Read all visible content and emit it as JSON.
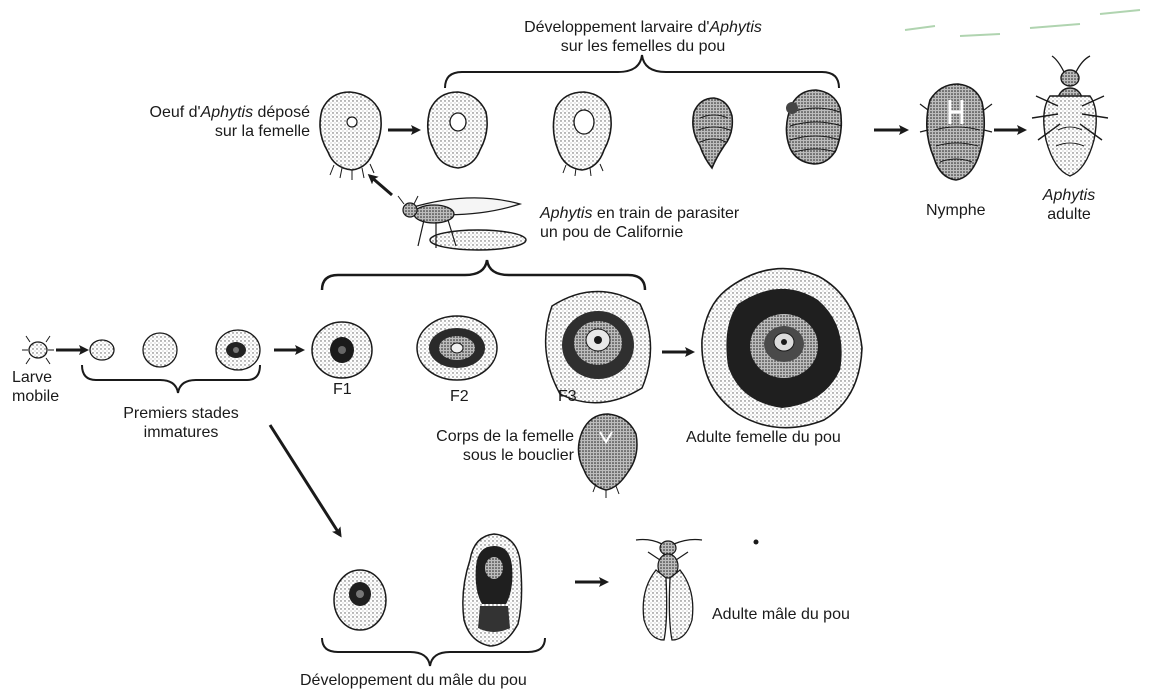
{
  "labels": {
    "larval_title_1": "Développement larvaire d'",
    "larval_title_aphytis": "Aphytis",
    "larval_title_2": "sur les femelles du pou",
    "egg_1": "Oeuf d'",
    "egg_aphytis": "Aphytis",
    "egg_2": " déposé",
    "egg_3": "sur la femelle",
    "parasitizing_aphytis": "Aphytis",
    "parasitizing_1": " en train de parasiter",
    "parasitizing_2": "un pou de Californie",
    "nymph": "Nymphe",
    "adult_aphytis_1": "Aphytis",
    "adult_aphytis_2": "adulte",
    "crawler_1": "Larve",
    "crawler_2": "mobile",
    "early_stages_1": "Premiers stades",
    "early_stages_2": "immatures",
    "f1": "F1",
    "f2": "F2",
    "f3": "F3",
    "female_body_1": "Corps de la femelle",
    "female_body_2": "sous le bouclier",
    "adult_female": "Adulte femelle du pou",
    "adult_male": "Adulte mâle du pou",
    "male_development": "Développement du mâle du pou"
  },
  "colors": {
    "ink": "#1a1a1a",
    "stipple": "#2b2b2b",
    "scale_fill": "#d9d9d9",
    "scale_dark": "#3a3a3a",
    "background": "#ffffff"
  }
}
